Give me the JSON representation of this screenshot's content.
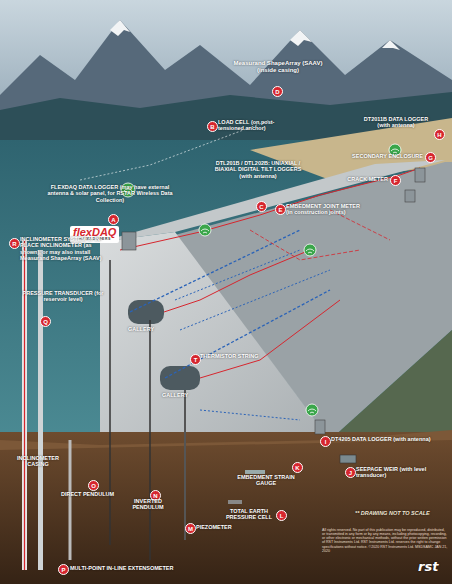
{
  "diagram": {
    "nodes": [
      {
        "text": [
          "flexDAQ",
          "DATALOGGERS"
        ]
      },
      {
        "text": [
          "D"
        ]
      },
      {
        "text": [
          "A"
        ]
      },
      {
        "text": [
          "B"
        ]
      },
      {
        "text": [
          "H"
        ]
      },
      {
        "text": [
          "C"
        ]
      },
      {
        "text": [
          "G"
        ]
      },
      {
        "text": [
          "F"
        ]
      },
      {
        "text": [
          "E"
        ]
      },
      {
        "text": [
          "R"
        ]
      },
      {
        "text": [
          "Q"
        ]
      },
      {
        "text": [
          "T"
        ]
      },
      {
        "text": [
          "I"
        ]
      },
      {
        "text": [
          "J"
        ]
      },
      {
        "text": [
          "K"
        ]
      },
      {
        "text": [
          "L"
        ]
      },
      {
        "text": [
          "M"
        ]
      },
      {
        "text": [
          "N"
        ]
      },
      {
        "text": [
          "O"
        ]
      },
      {
        "text": [
          "P"
        ]
      }
    ],
    "labels": [
      "Measurand ShapeArray (SAAV) (inside casing)",
      "FLEXDAQ DATA LOGGER (may have external antenna & solar panel, for RSTAR Wireless Data Collection)",
      "LOAD CELL (on post-tensioned anchor)",
      "DT2011B DATA LOGGER (with antenna)",
      "DTL201B / DTL202B: UNIAXIAL / BIAXIAL DIGITAL TILT LOGGERS (with antenna)",
      "SECONDARY ENCLOSURE",
      "CRACK METER",
      "EMBEDMENT JOINT METER (in construction joints)",
      "INCLINOMETER SYSTEM or IN-PLACE INCLINOMETER (as shown), or may also install Measurand ShapeArray (SAAV)",
      "PRESSURE TRANSDUCER (for reservoir level)",
      "GALLERY",
      "GALLERY",
      "THERMISTOR STRING",
      "DT4205 DATA LOGGER (with antenna)",
      "SEEPAGE WEIR (with level transducer)",
      "EMBEDMENT STRAIN GAUGE",
      "TOTAL EARTH PRESSURE CELL",
      "PIEZOMETER",
      "INVERTED PENDULUM",
      "DIRECT PENDULUM",
      "MULTI-POINT IN-LINE EXTENSOMETER",
      "INCLINOMETER CASING",
      "** DRAWING NOT TO SCALE",
      "All rights reserved. No part of this publication may be reproduced, distributed, or transmitted in any form or by any means, including photocopying, recording, or other electronic or mechanical methods, without the prior written permission of RST Instruments Ltd. RST Instruments Ltd. reserves the right to change specifications without notice. ©2020 RST Instruments Ltd. MSDSAMC JAN 21, 2020",
      "rst"
    ]
  }
}
